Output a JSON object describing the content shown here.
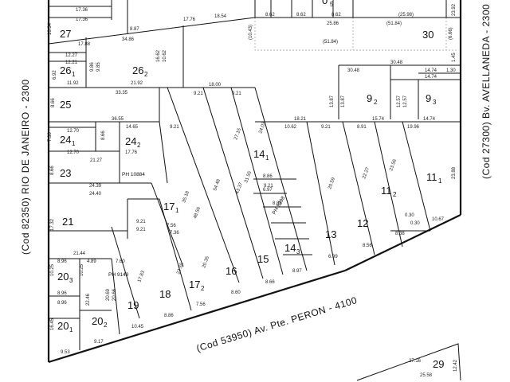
{
  "streets": {
    "rio": "(Cod  82350)  RIO DE JANEIRO - 2300",
    "avellaneda": "(Cod  27300)  Bv.  AVELLANEDA  -  2300",
    "peron": "(Cod  53950)  Av. Pte.  PERON  -  4100"
  },
  "lots": [
    {
      "id": "27",
      "main": "27",
      "sub": ""
    },
    {
      "id": "26-1",
      "main": "26",
      "sub": "1"
    },
    {
      "id": "26-2",
      "main": "26",
      "sub": "2"
    },
    {
      "id": "25",
      "main": "25",
      "sub": ""
    },
    {
      "id": "24-1",
      "main": "24",
      "sub": "1"
    },
    {
      "id": "24-2",
      "main": "24",
      "sub": "2"
    },
    {
      "id": "23",
      "main": "23",
      "sub": ""
    },
    {
      "id": "21",
      "main": "21",
      "sub": ""
    },
    {
      "id": "20-3",
      "main": "20",
      "sub": "3"
    },
    {
      "id": "20-1",
      "main": "20",
      "sub": "1"
    },
    {
      "id": "20-2",
      "main": "20",
      "sub": "2"
    },
    {
      "id": "19",
      "main": "19",
      "sub": ""
    },
    {
      "id": "18",
      "main": "18",
      "sub": ""
    },
    {
      "id": "17-2",
      "main": "17",
      "sub": "2"
    },
    {
      "id": "17-1",
      "main": "17",
      "sub": "1"
    },
    {
      "id": "16",
      "main": "16",
      "sub": ""
    },
    {
      "id": "15",
      "main": "15",
      "sub": ""
    },
    {
      "id": "14-1",
      "main": "14",
      "sub": "1"
    },
    {
      "id": "14-3",
      "main": "14",
      "sub": "3"
    },
    {
      "id": "13",
      "main": "13",
      "sub": ""
    },
    {
      "id": "12",
      "main": "12",
      "sub": ""
    },
    {
      "id": "11-2",
      "main": "11",
      "sub": "2"
    },
    {
      "id": "11-1",
      "main": "11",
      "sub": "1"
    },
    {
      "id": "9-2",
      "main": "9",
      "sub": "2"
    },
    {
      "id": "9-3",
      "main": "9",
      "sub": "3"
    },
    {
      "id": "30",
      "main": "30",
      "sub": ""
    },
    {
      "id": "29",
      "main": "29",
      "sub": ""
    },
    {
      "id": "top-partial",
      "main": "0",
      "sub": "5"
    }
  ],
  "ph_labels": {
    "ph_a": "PH  10884",
    "ph_b": "PH  9149",
    "ph_c": "PH  9298"
  },
  "dims": [
    "17.36",
    "17.36",
    "8.87",
    "17.76",
    "18.54",
    "10.34",
    "17.88",
    "34.86",
    "12.27",
    "12.21",
    "9.86",
    "9.85",
    "6.92",
    "11.92",
    "21.92",
    "16.62",
    "10.62",
    "33.35",
    "18.00",
    "9.21",
    "9.21",
    "8.66",
    "36.55",
    "14.65",
    "12.70",
    "12.70",
    "7.36",
    "8.66",
    "17.76",
    "21.27",
    "24.39",
    "24.40",
    "8.66",
    "17.32",
    "9.21",
    "9.21",
    "7.56",
    "7.36",
    "21.44",
    "8.96",
    "4.89",
    "7.60",
    "10.25",
    "10.25",
    "8.96",
    "8.96",
    "22.46",
    "20.69",
    "20.66",
    "16.45",
    "9.53",
    "9.17",
    "10.45",
    "8.86",
    "7.56",
    "8.60",
    "8.66",
    "8.97",
    "6.99",
    "8.56",
    "8.38",
    "10.67",
    "0.30",
    "0.30",
    "8.62",
    "8.62",
    "8.62",
    "25.86",
    "30.48",
    "30.48",
    "14.74",
    "14.74",
    "1.30",
    "12.57",
    "12.57",
    "13.87",
    "13.87",
    "18.21",
    "10.62",
    "9.21",
    "8.91",
    "15.74",
    "19.96",
    "14.74",
    "23.88",
    "23.56",
    "22.27",
    "20.59",
    "27.15",
    "24.03",
    "31.55",
    "54.48",
    "43.37",
    "35.18",
    "48.56",
    "22.55",
    "20.35",
    "17.83",
    "8.86",
    "6.97",
    "9.21",
    "8.86",
    "(51.84)",
    "(51.84)",
    "(25.98)",
    "(6.66)",
    "(10.43)",
    "23.92",
    "1.45",
    "25.58",
    "27.16",
    "12.42",
    "9.21"
  ]
}
